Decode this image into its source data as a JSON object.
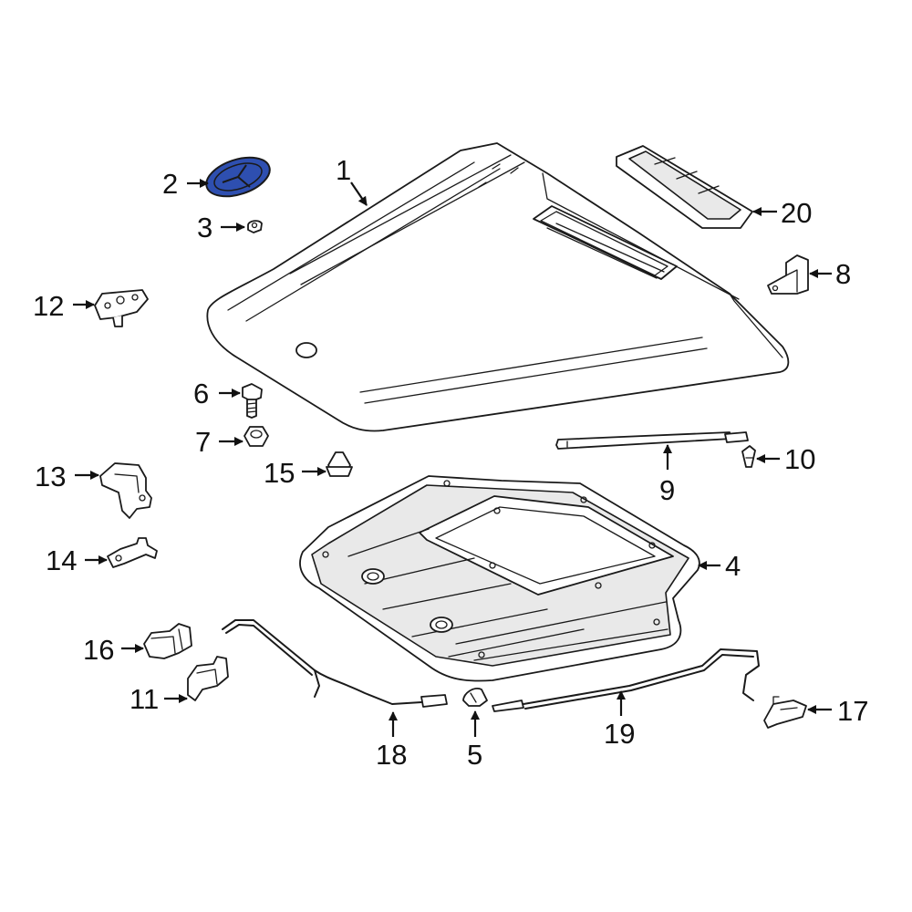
{
  "highlight_color": "#2e4fb0",
  "line_color": "#1a1a1a",
  "callouts": {
    "c1": "1",
    "c2": "2",
    "c3": "3",
    "c4": "4",
    "c5": "5",
    "c6": "6",
    "c7": "7",
    "c8": "8",
    "c9": "9",
    "c10": "10",
    "c11": "11",
    "c12": "12",
    "c13": "13",
    "c14": "14",
    "c15": "15",
    "c16": "16",
    "c17": "17",
    "c18": "18",
    "c19": "19",
    "c20": "20"
  }
}
